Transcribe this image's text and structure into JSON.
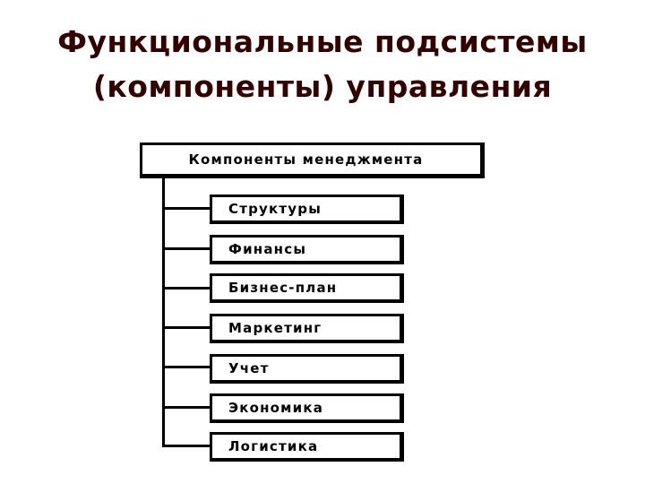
{
  "title": {
    "line1": "Функциональные подсистемы",
    "line2": "(компоненты) управления"
  },
  "diagram": {
    "root": "Компоненты менеджмента",
    "children": [
      "Структуры",
      "Финансы",
      "Бизнес-план",
      "Маркетинг",
      "Учет",
      "Экономика",
      "Логистика"
    ]
  }
}
